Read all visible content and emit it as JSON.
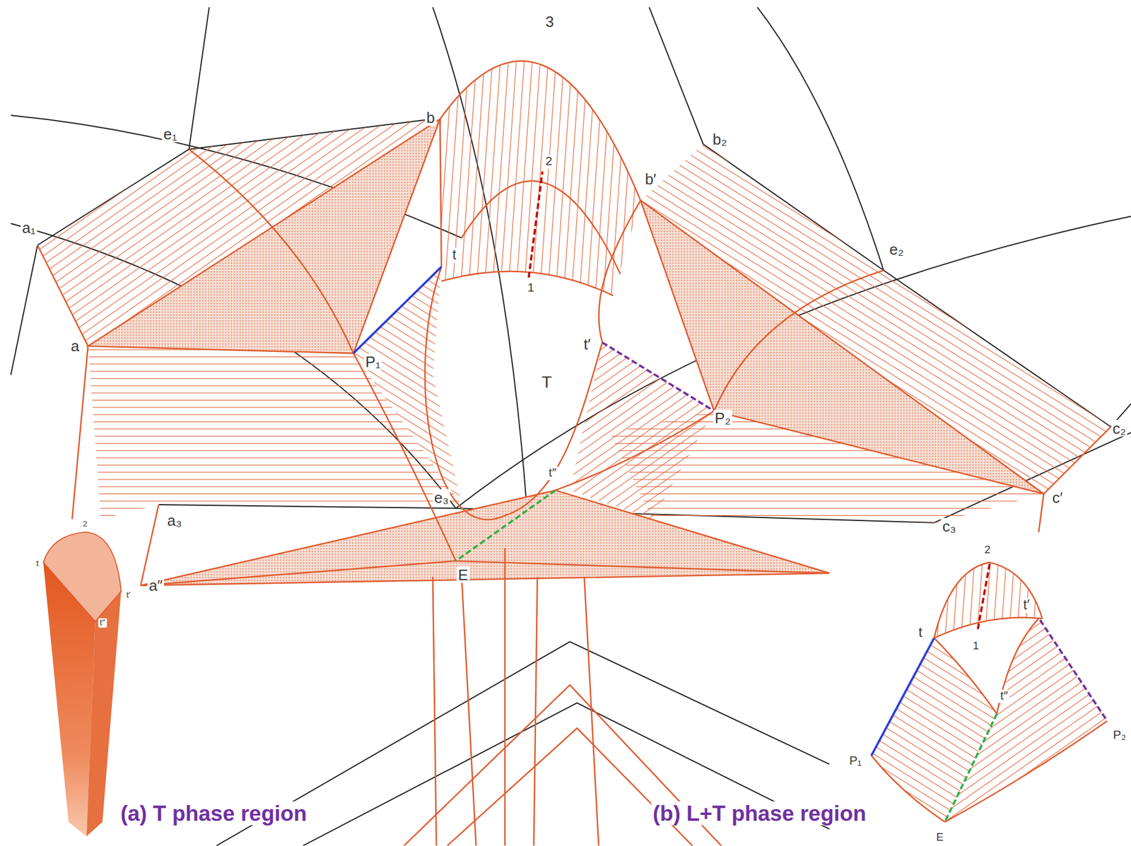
{
  "diagram": {
    "labels": [
      "3",
      "e₁",
      "b",
      "b₂",
      "2",
      "b′",
      "a₁",
      "e₂",
      "t",
      "1",
      "t′",
      "a",
      "P₁",
      "T",
      "P₂",
      "c₂",
      "t″",
      "e₃",
      "a₃",
      "c′",
      "c₃",
      "a″",
      "E",
      "2",
      "t",
      "t′",
      "t″",
      "(a) T phase region",
      "2",
      "t",
      "1",
      "P₁",
      "t′",
      "t″",
      "P₂",
      "E",
      "(b) L+T phase region"
    ]
  }
}
